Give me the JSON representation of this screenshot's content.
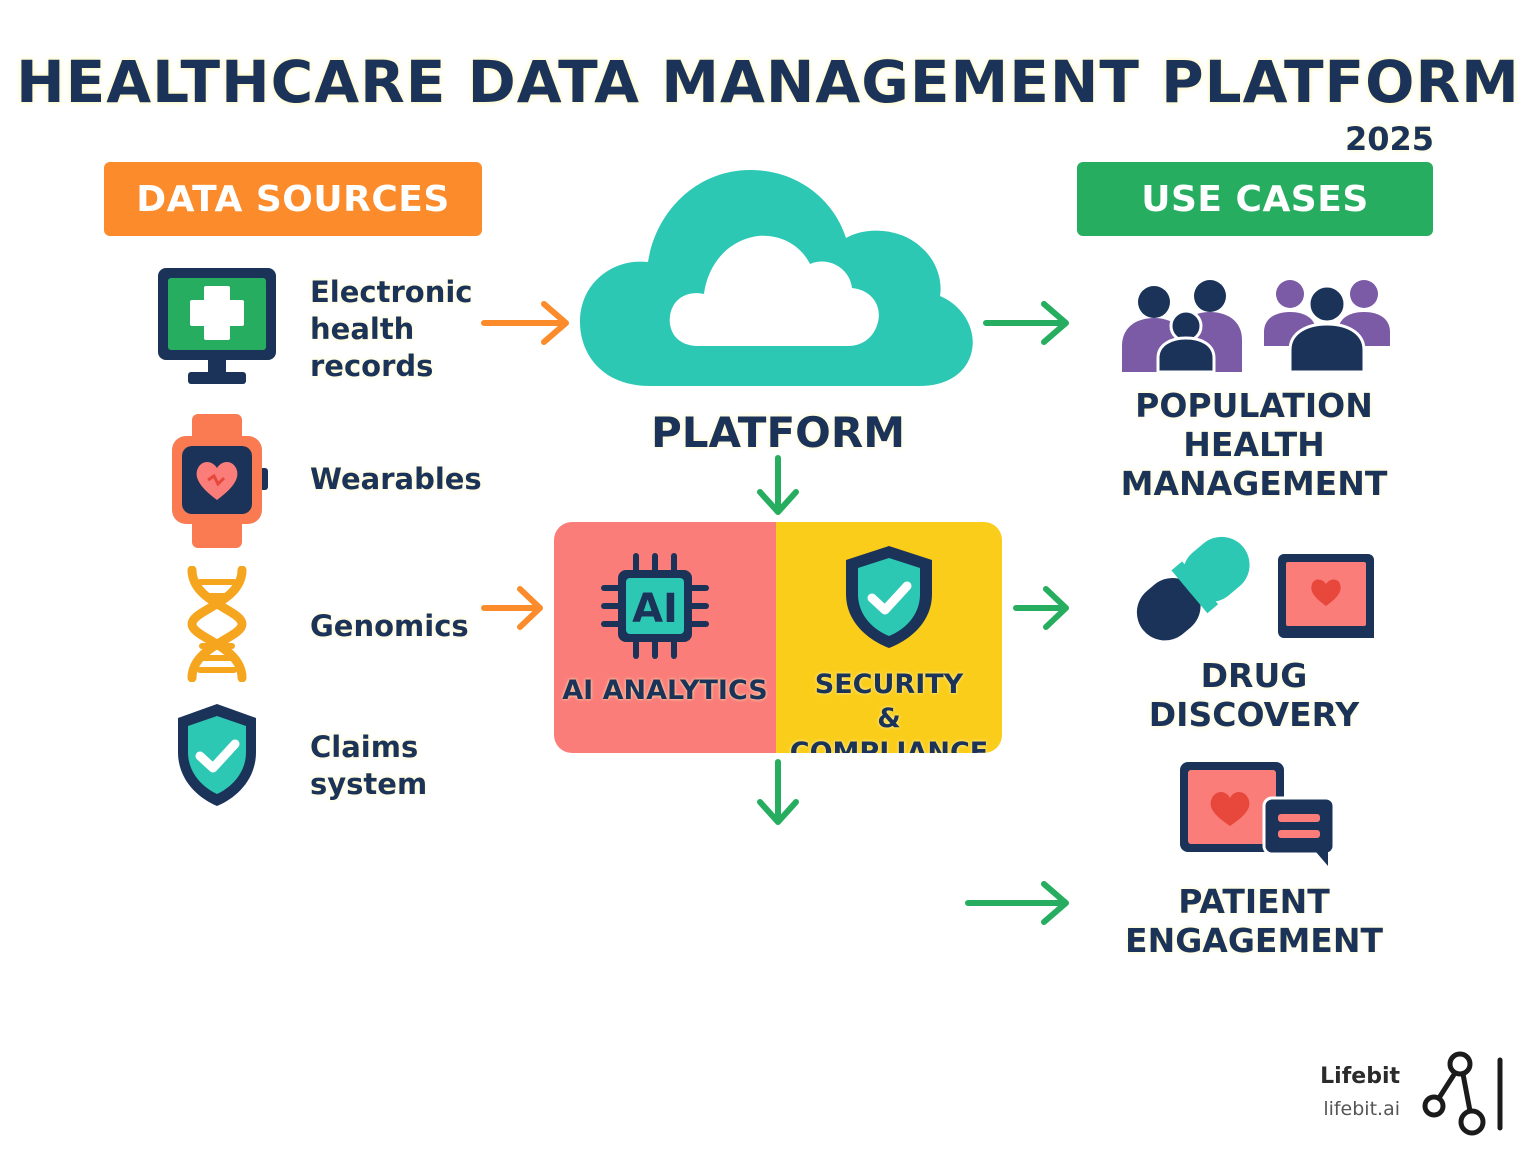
{
  "title": "HEALTHCARE DATA MANAGEMENT PLATFORM",
  "year": "2025",
  "sources": {
    "header": "DATA SOURCES",
    "items": [
      {
        "label_lines": [
          "Electronic",
          "health",
          "records"
        ],
        "icon": "monitor-medical-cross-icon"
      },
      {
        "label_lines": [
          "Wearables"
        ],
        "icon": "smartwatch-heart-icon"
      },
      {
        "label_lines": [
          "Genomics"
        ],
        "icon": "dna-icon"
      },
      {
        "label_lines": [
          "Claims",
          "system"
        ],
        "icon": "shield-check-icon"
      }
    ]
  },
  "platform": {
    "label": "PLATFORM",
    "icon": "cloud-icon",
    "modules": [
      {
        "label_lines": [
          "AI ANALYTICS"
        ],
        "icon": "ai-chip-icon",
        "icon_text": "AI",
        "color": "#fa7d7a"
      },
      {
        "label_lines": [
          "SECURITY",
          "& COMPLIANCE"
        ],
        "icon": "shield-check-icon",
        "color": "#fbcd1b"
      }
    ]
  },
  "use_cases": {
    "header": "USE CASES",
    "items": [
      {
        "label_lines": [
          "POPULATION",
          "HEALTH",
          "MANAGEMENT"
        ],
        "icon": "people-group-icon"
      },
      {
        "label_lines": [
          "DRUG",
          "DISCOVERY"
        ],
        "icon": "capsule-and-tablet-icon"
      },
      {
        "label_lines": [
          "PATIENT",
          "ENGAGEMENT"
        ],
        "icon": "tablet-heart-chat-icon"
      }
    ]
  },
  "brand": {
    "name": "Lifebit",
    "url": "lifebit.ai",
    "icon": "lifebit-logo-icon"
  },
  "colors": {
    "navy": "#1b3358",
    "orange": "#fb8b2b",
    "green": "#27ad5f",
    "teal": "#2dc8b4",
    "coral": "#fa7d7a",
    "yellow": "#fbcd1b",
    "purple": "#7b5aa6"
  }
}
